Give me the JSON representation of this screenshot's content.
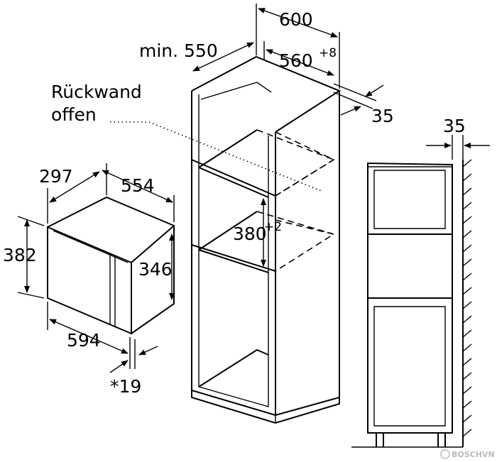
{
  "labels": {
    "width_600": "600",
    "min_550": "min. 550",
    "depth_560": "560",
    "depth_560_tol": "+8",
    "rear_35": "35",
    "rueckwand_line1": "Rückwand",
    "rueckwand_line2": "offen",
    "mw_depth_297": "297",
    "mw_width_554": "554",
    "mw_height_382": "382",
    "mw_inner_346": "346",
    "niche_380": "380",
    "niche_380_tol": "+2",
    "mw_front_594": "594",
    "mw_frame_19": "*19",
    "side_35": "35"
  },
  "watermark": "BOSCHVN"
}
